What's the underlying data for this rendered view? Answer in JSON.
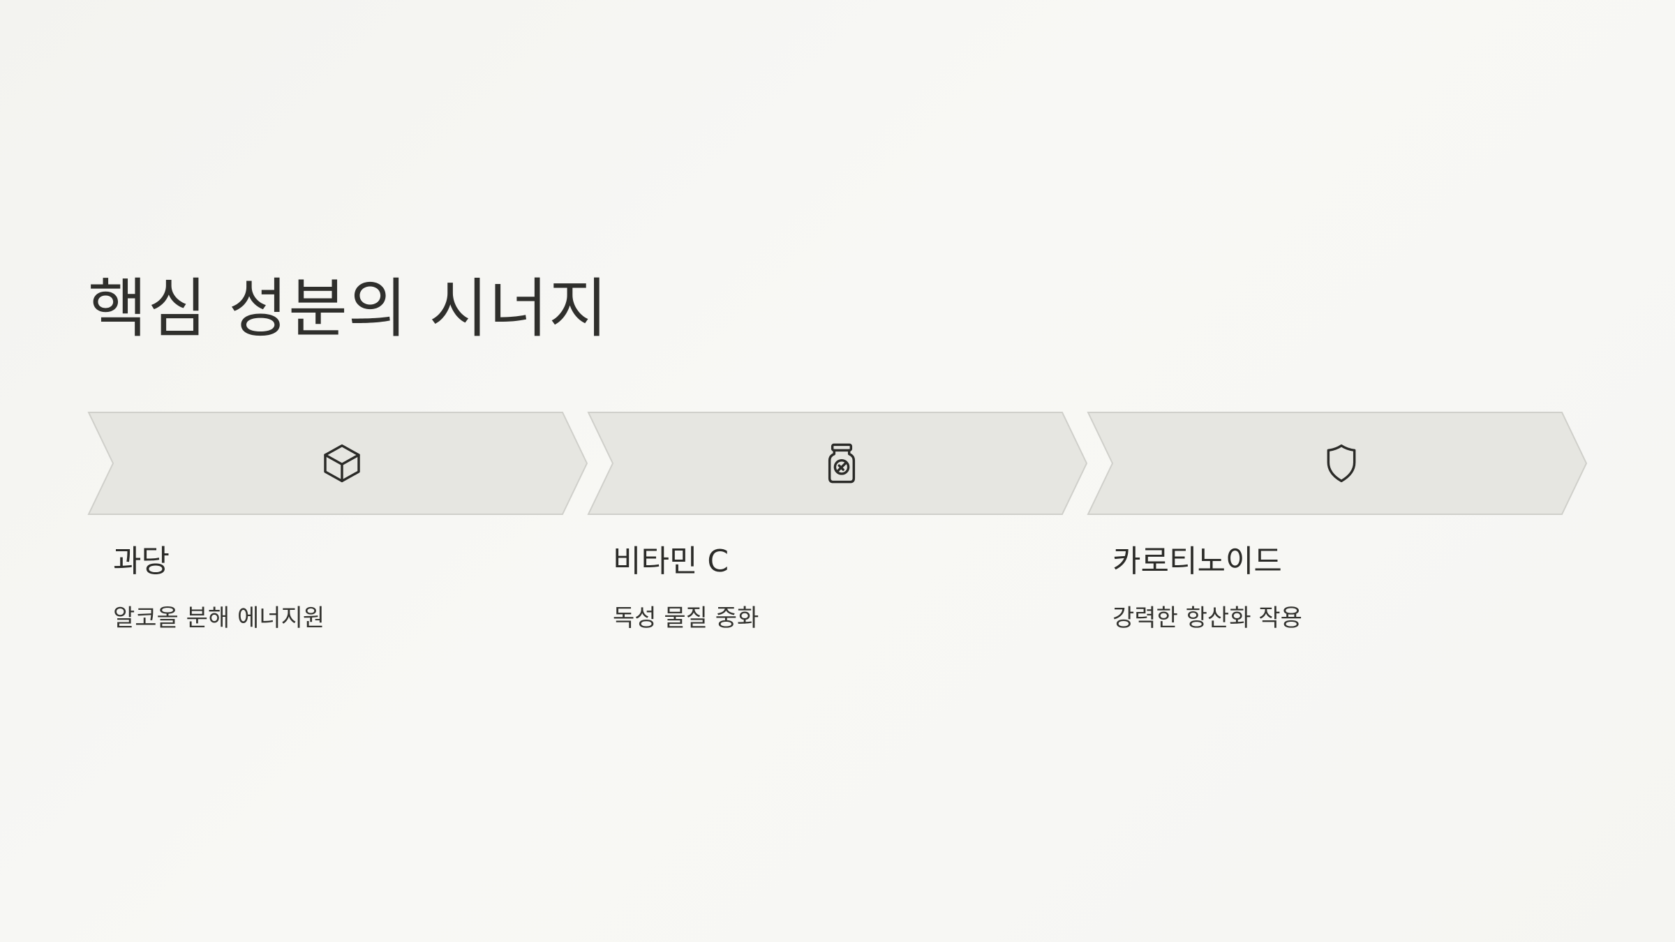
{
  "slide": {
    "title": "핵심 성분의 시너지",
    "steps": [
      {
        "icon": "cube-icon",
        "heading": "과당",
        "description": "알코올 분해 에너지원"
      },
      {
        "icon": "pill-bottle-icon",
        "heading": "비타민 C",
        "description": "독성 물질 중화"
      },
      {
        "icon": "shield-icon",
        "heading": "카로티노이드",
        "description": "강력한 항산화 작용"
      }
    ]
  },
  "colors": {
    "background": "#f6f6f3",
    "chevron_fill": "#e6e6e1",
    "chevron_stroke": "#cfcfca",
    "text": "#2f2f2c"
  }
}
